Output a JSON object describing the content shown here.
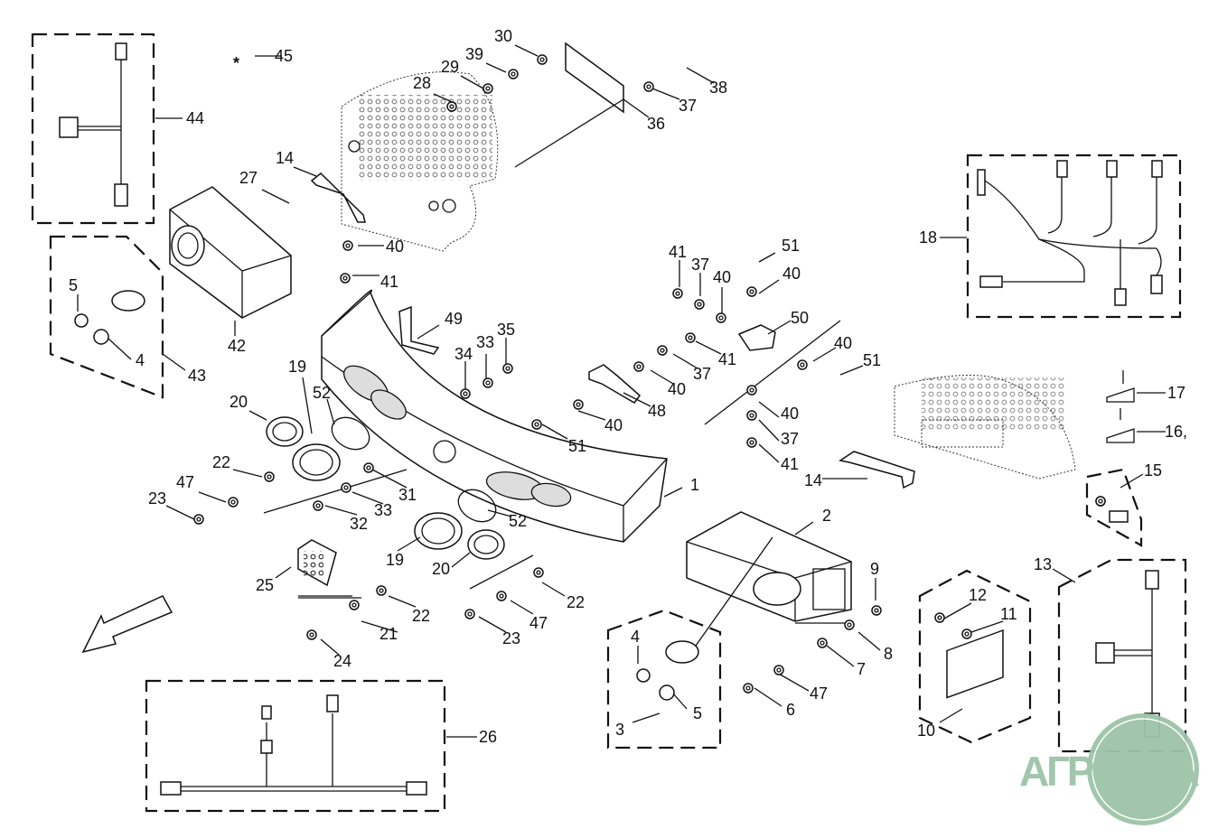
{
  "diagram": {
    "asterisk": "*",
    "callouts": [
      "45",
      "44",
      "43",
      "5",
      "4",
      "42",
      "27",
      "14",
      "40",
      "41",
      "28",
      "29",
      "39",
      "30",
      "36",
      "37",
      "38",
      "49",
      "34",
      "33",
      "35",
      "19",
      "52",
      "20",
      "22",
      "47",
      "23",
      "31",
      "33",
      "32",
      "25",
      "21",
      "22",
      "24",
      "19",
      "20",
      "52",
      "22",
      "47",
      "23",
      "51",
      "40",
      "48",
      "40",
      "37",
      "41",
      "41",
      "37",
      "40",
      "51",
      "40",
      "50",
      "40",
      "51",
      "40",
      "37",
      "41",
      "1",
      "2",
      "14",
      "18",
      "17",
      "16,",
      "15",
      "13",
      "9",
      "8",
      "7",
      "47",
      "6",
      "12",
      "11",
      "10",
      "4",
      "5",
      "3",
      "26"
    ]
  },
  "watermark": {
    "logo_text": "АГРОНКА",
    "color": "#9dc4a8"
  }
}
